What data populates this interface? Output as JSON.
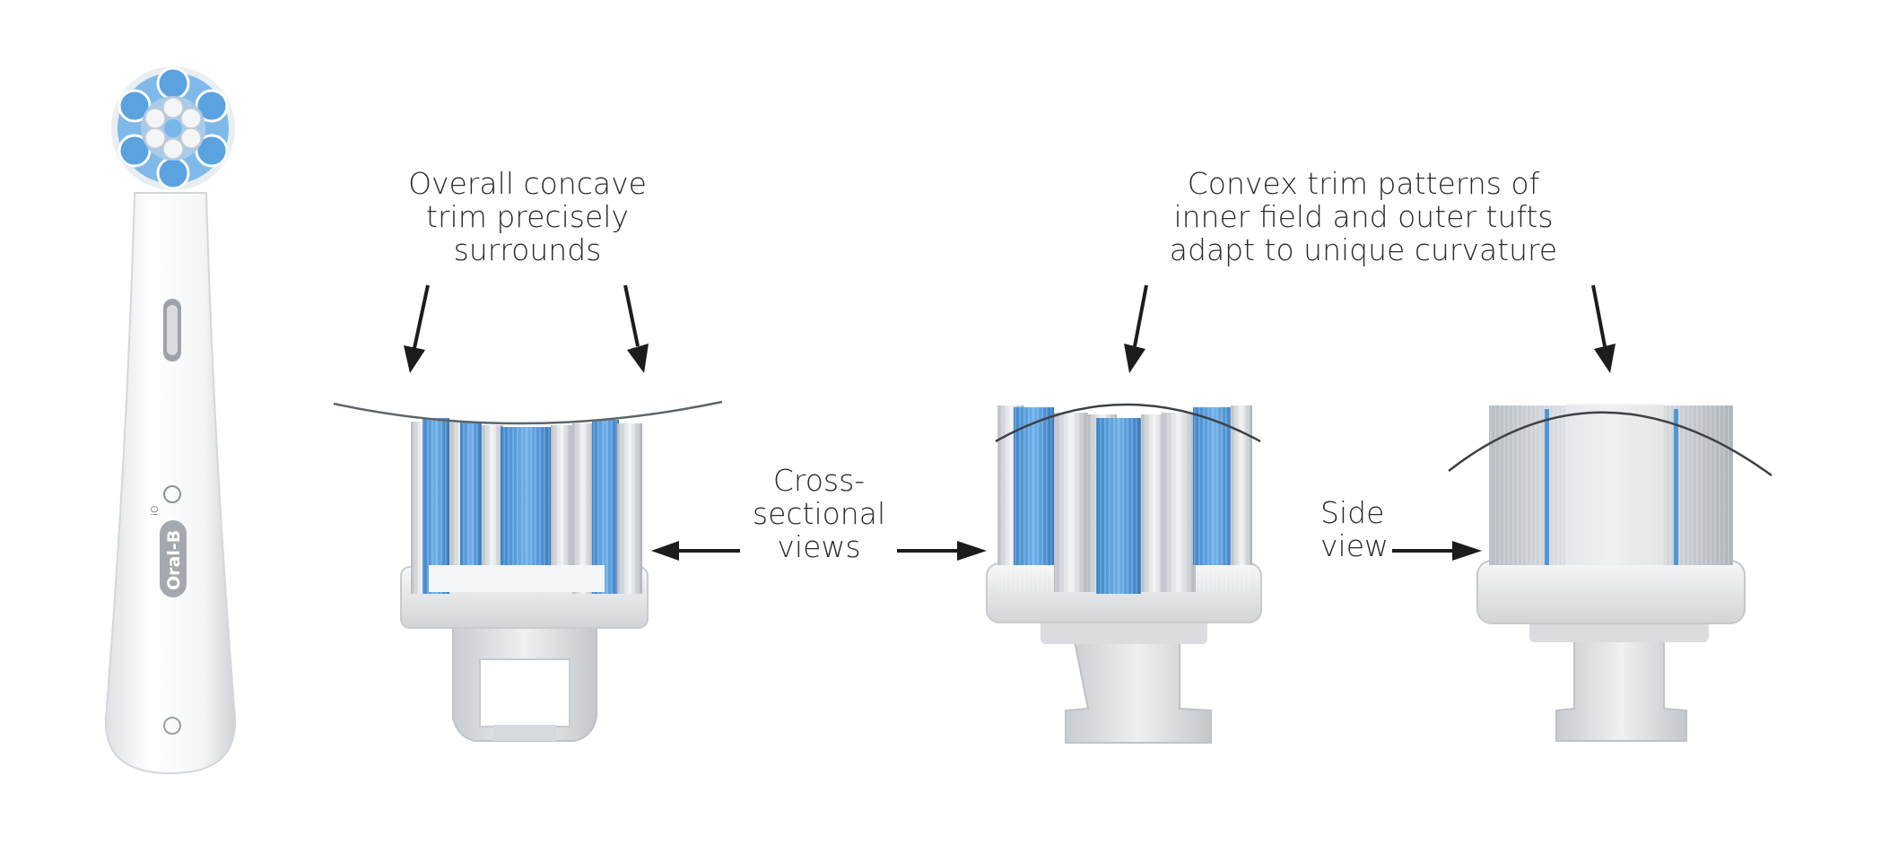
{
  "callouts": {
    "concave": [
      "Overall concave",
      "trim precisely",
      "surrounds"
    ],
    "convex": [
      "Convex trim patterns of",
      "inner field and outer tufts",
      "adapt to unique curvature"
    ],
    "cross_section": [
      "Cross-",
      "sectional",
      "views"
    ],
    "side": [
      "Side",
      "view"
    ]
  },
  "brand": {
    "logo_text": "Oral-B",
    "model_text": "iO"
  },
  "colors": {
    "bristle_blue": "#4f97d9",
    "bristle_white": "#d9dde2",
    "handle": "#f2f3f5",
    "arrow": "#1c1c1c",
    "text": "#2b2b2b"
  }
}
